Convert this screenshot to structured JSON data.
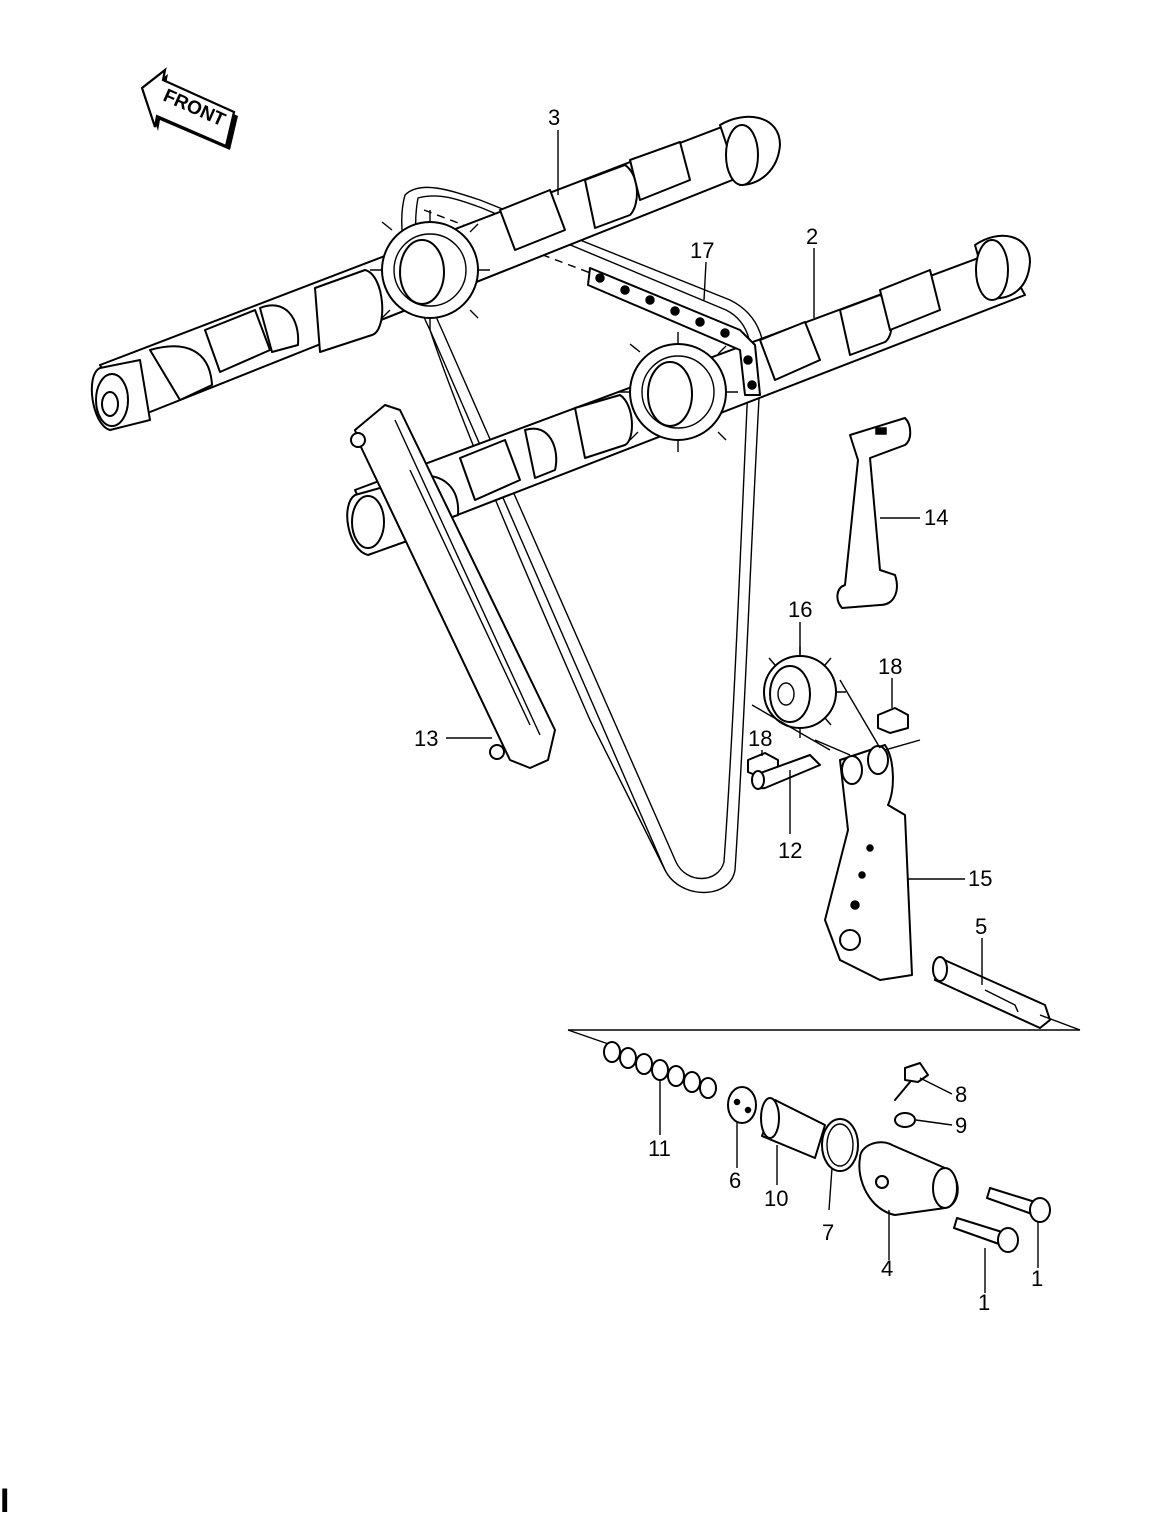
{
  "front_label": "FRONT",
  "callouts": {
    "p1a": "1",
    "p1b": "1",
    "p2": "2",
    "p3": "3",
    "p4": "4",
    "p5": "5",
    "p6": "6",
    "p7": "7",
    "p8": "8",
    "p9": "9",
    "p10": "10",
    "p11": "11",
    "p12": "12",
    "p13": "13",
    "p14": "14",
    "p15": "15",
    "p16": "16",
    "p17": "17",
    "p18a": "18",
    "p18b": "18"
  },
  "page_mark": "I"
}
